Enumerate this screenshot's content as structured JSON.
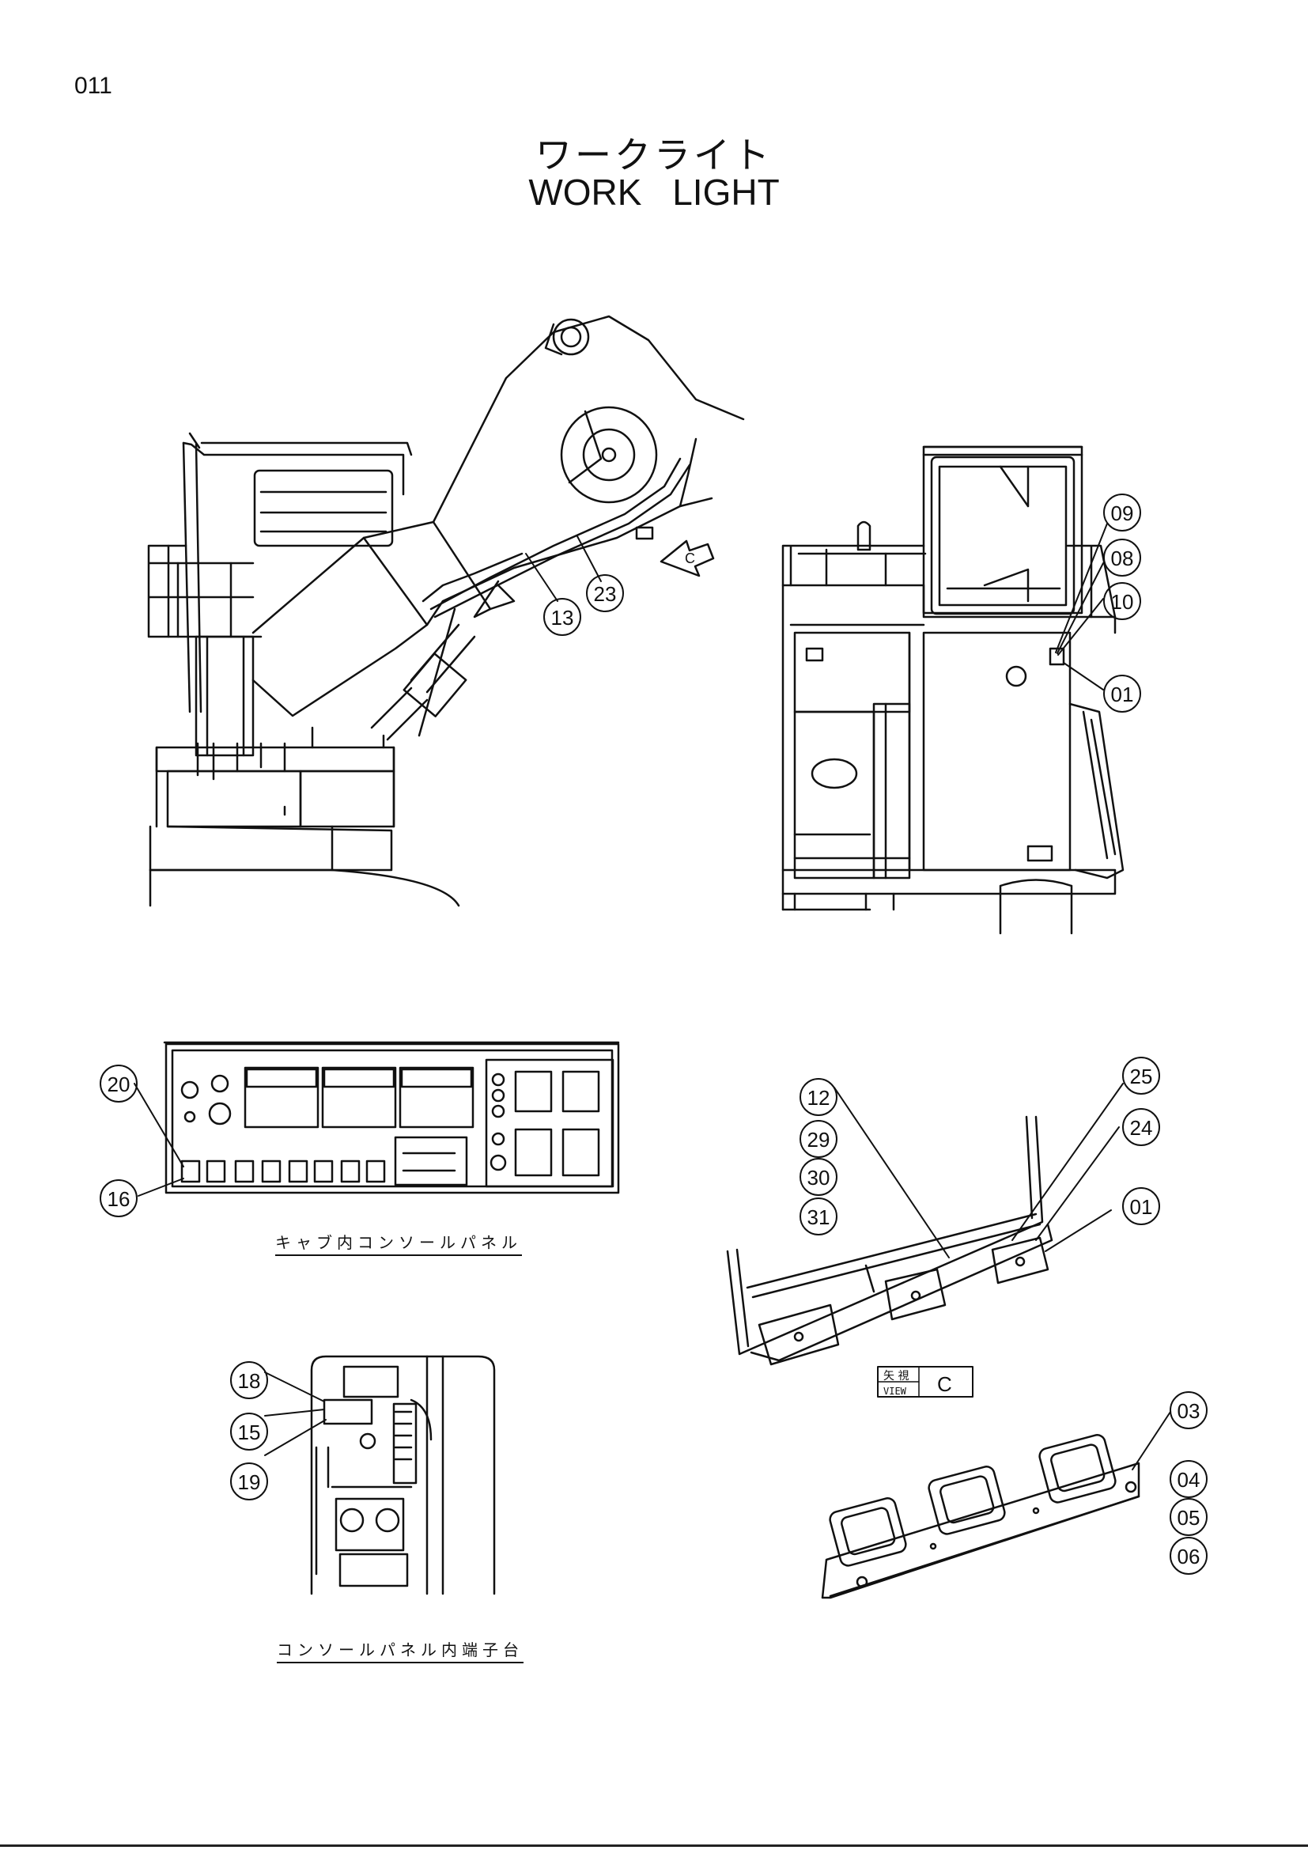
{
  "page_number": "011",
  "title": {
    "japanese": "ワークライト",
    "english": "WORK LIGHT"
  },
  "captions": {
    "console_panel": "キャブ内コンソールパネル",
    "terminal_block": "コンソールパネル内端子台"
  },
  "view_marker": {
    "arrow_letter": "C",
    "view_jp": "矢 視",
    "view_en": "VIEW",
    "view_letter": "C"
  },
  "callouts": {
    "c13": "13",
    "c23": "23",
    "c09": "09",
    "c08": "08",
    "c10": "10",
    "c01a": "01",
    "c20": "20",
    "c16": "16",
    "c12": "12",
    "c29": "29",
    "c30": "30",
    "c31": "31",
    "c25": "25",
    "c24": "24",
    "c01b": "01",
    "c18": "18",
    "c15": "15",
    "c19": "19",
    "c03": "03",
    "c04": "04",
    "c05": "05",
    "c06": "06"
  }
}
